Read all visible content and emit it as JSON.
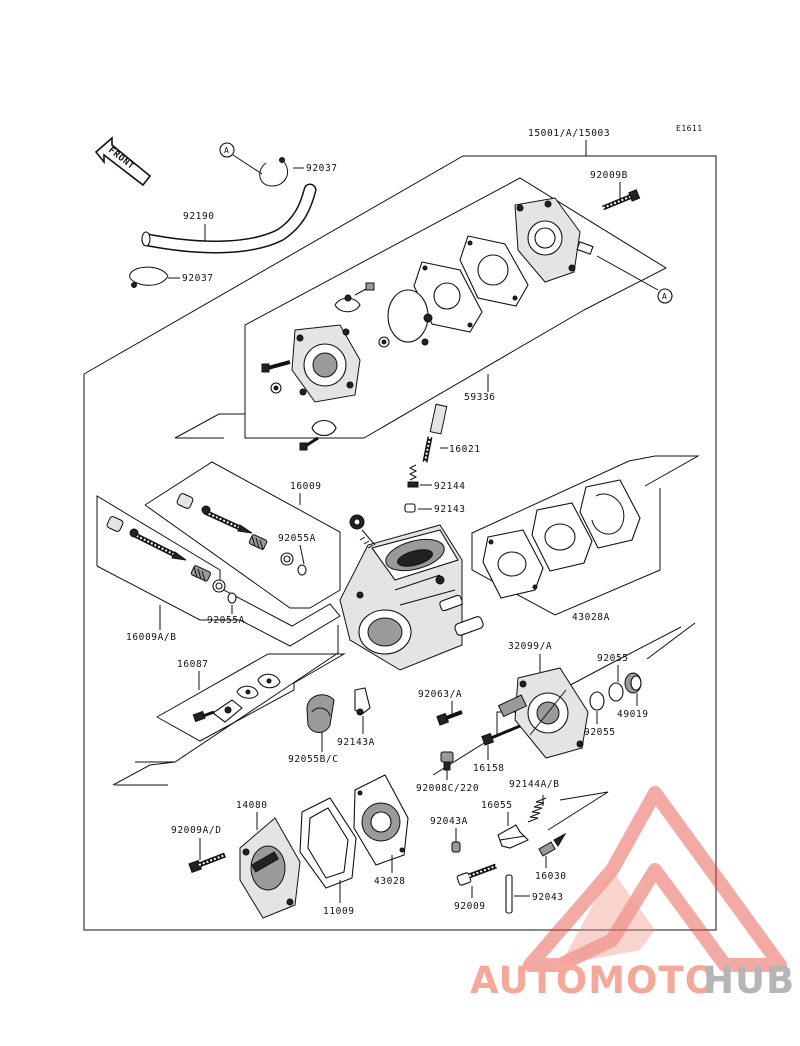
{
  "sheet_code": "E1611",
  "front_label": "FRONT",
  "ref_marker": "A",
  "part_numbers": {
    "p15001": "15001/A/15003",
    "p92009b": "92009B",
    "p92037_top": "92037",
    "p92190": "92190",
    "p92037_bottom": "92037",
    "p59336": "59336",
    "p16021": "16021",
    "p92144": "92144",
    "p92143": "92143",
    "p16009": "16009",
    "p92055a_upper": "92055A",
    "p92055a_lower": "92055A",
    "p16009ab": "16009A/B",
    "p43028a": "43028A",
    "p32099a": "32099/A",
    "p92055_right": "92055",
    "p49019": "49019",
    "p92055_lower_right": "92055",
    "p16087": "16087",
    "p92063a": "92063/A",
    "p92143a": "92143A",
    "p92055bc": "92055B/C",
    "p16158": "16158",
    "p92008c": "92008C/220",
    "p92144ab": "92144A/B",
    "p14080": "14080",
    "p16055": "16055",
    "p92043a": "92043A",
    "p92009ad": "92009A/D",
    "p43028": "43028",
    "p16030": "16030",
    "p11009": "11009",
    "p92009": "92009",
    "p92043": "92043"
  },
  "watermark": {
    "part1": "AUTOMOTO",
    "part2": "HUB",
    "color1": "#f4a89a",
    "color2": "#b5b5b5",
    "triangle_color": "#e8483c"
  }
}
